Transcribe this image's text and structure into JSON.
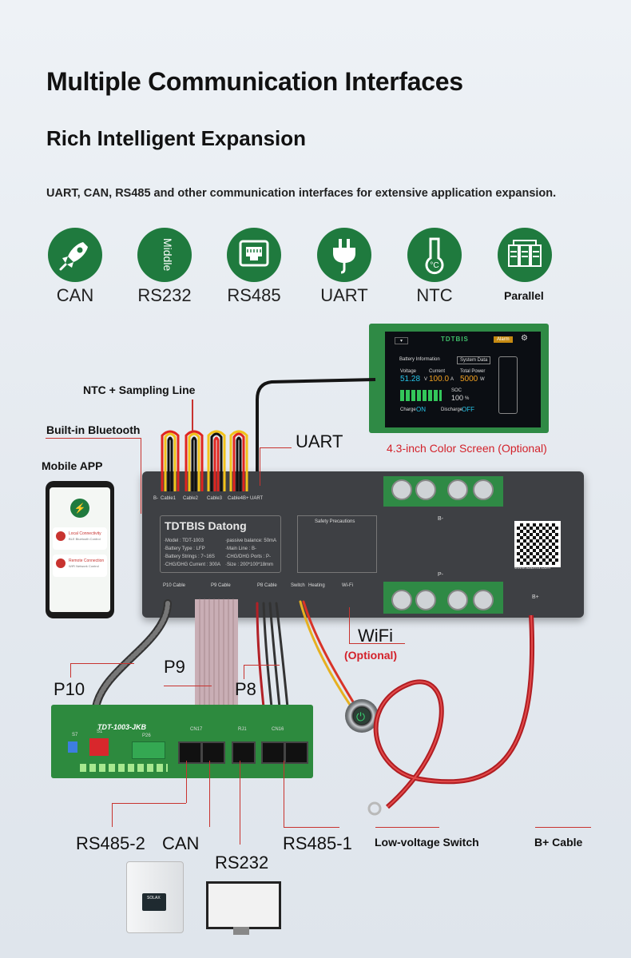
{
  "heading": "Multiple Communication Interfaces",
  "subheading": "Rich Intelligent Expansion",
  "description": "UART, CAN, RS485 and other communication interfaces for extensive application expansion.",
  "icons": [
    {
      "label": "CAN",
      "icon": "rocket-icon"
    },
    {
      "label": "RS232",
      "icon": "middle-badge-icon",
      "inner": "Middle"
    },
    {
      "label": "RS485",
      "icon": "ethernet-port-icon"
    },
    {
      "label": "UART",
      "icon": "plug-icon"
    },
    {
      "label": "NTC",
      "icon": "thermometer-icon"
    },
    {
      "label": "Parallel",
      "icon": "battery-pack-icon"
    }
  ],
  "callouts": {
    "ntc": "NTC + Sampling Line",
    "bluetooth": "Built-in Bluetooth",
    "mobile": "Mobile APP",
    "uart": "UART",
    "screen": "4.3-inch Color Screen (Optional)",
    "wifi": "WiFi",
    "wifi_opt": "(Optional)",
    "p10": "P10",
    "p9": "P9",
    "p8": "P8",
    "rs485_2": "RS485-2",
    "can": "CAN",
    "rs232": "RS232",
    "rs485_1": "RS485-1",
    "lv_switch": "Low-voltage Switch",
    "bplus": "B+ Cable"
  },
  "bms": {
    "title": "TDTBIS Datong",
    "specs_left": [
      "·Model : TDT-1003",
      "·Battery Type : LFP",
      "·Battery Strings : 7~16S",
      "·CHG/DHG Current : 300A"
    ],
    "specs_right": [
      "·passive balance: 50mA",
      "·Main Line : B-",
      "·CHG/DHG Ports : P-",
      "·Size : 200*100*18mm"
    ],
    "safety_title": "Safety Precautions",
    "b_minus": "B-",
    "p_minus": "P-",
    "b_plus": "B+",
    "site": "www.tdtbms.com",
    "port_labels": [
      "P10 Cable",
      "P9 Cable",
      "P8 Cable",
      "Switch",
      "Heating",
      "Wi-Fi"
    ],
    "top_ports": [
      "B-",
      "Cable1",
      "Cable2",
      "Cable3",
      "Cable4",
      "B+",
      "UART"
    ]
  },
  "screen_ui": {
    "brand": "TDTBIS",
    "alarm": "Alarm",
    "tab1": "Battery Information",
    "tab2": "System Data",
    "voltage_label": "Voltage",
    "voltage": "51.28",
    "voltage_unit": "V",
    "current_label": "Current",
    "current": "100.0",
    "current_unit": "A",
    "power_label": "Total Power",
    "power": "5000",
    "power_unit": "W",
    "soc_label": "SOC",
    "soc": "100",
    "soc_unit": "%",
    "charge_label": "Charge",
    "charge": "ON",
    "discharge_label": "Discharge",
    "discharge": "OFF"
  },
  "phone_ui": {
    "row1_title": "Local Connectivity",
    "row1_sub": "BLE Bluetooth Control",
    "row2_title": "Remote Connection",
    "row2_sub": "WiFi Network Control"
  },
  "pcb": {
    "title": "TDT-1003-JKB",
    "silk": [
      "S7",
      "S1",
      "P26",
      "CN17",
      "RJ1",
      "CN16"
    ]
  },
  "inverter_brand": "SOLAX",
  "colors": {
    "accent_green": "#1f7a3e",
    "callout_red": "#c8332f"
  }
}
